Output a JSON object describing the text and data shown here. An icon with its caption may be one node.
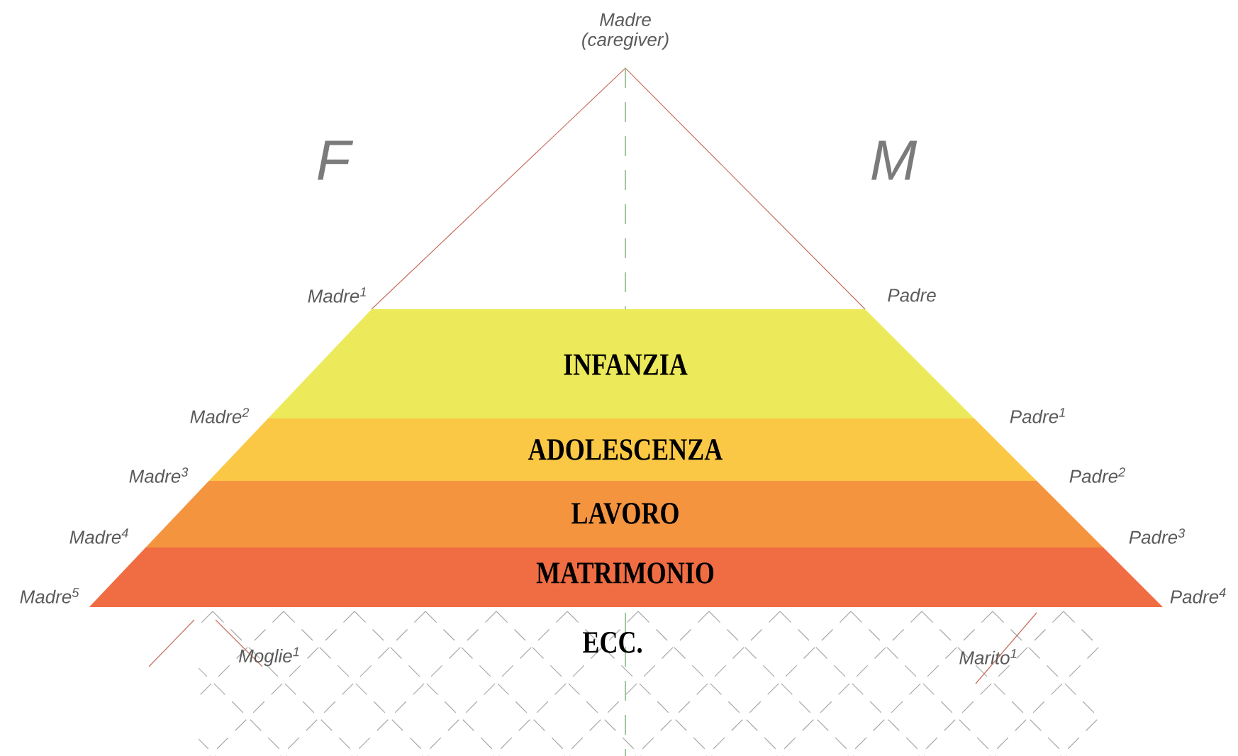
{
  "diagram": {
    "nodes": [
      {
        "text": [
          "INFANZIA"
        ]
      },
      {
        "text": [
          "ADOLESCENZA"
        ]
      },
      {
        "text": [
          "LAVORO"
        ]
      },
      {
        "text": [
          "MATRIMONIO"
        ]
      }
    ],
    "labels": [
      "Madre (caregiver)",
      "F",
      "M",
      "Madre$^{1}$",
      "Padre",
      "Madre$^{2}$",
      "Padre$^{1}$",
      "Madre$^{3}$",
      "Padre$^{2}$",
      "Madre$^{4}$",
      "Padre$^{3}$",
      "Madre$^{5}$",
      "Padre$^{4}$",
      "ECC.",
      "Moglie$^{1}$",
      "Marito$^{1}$"
    ]
  }
}
